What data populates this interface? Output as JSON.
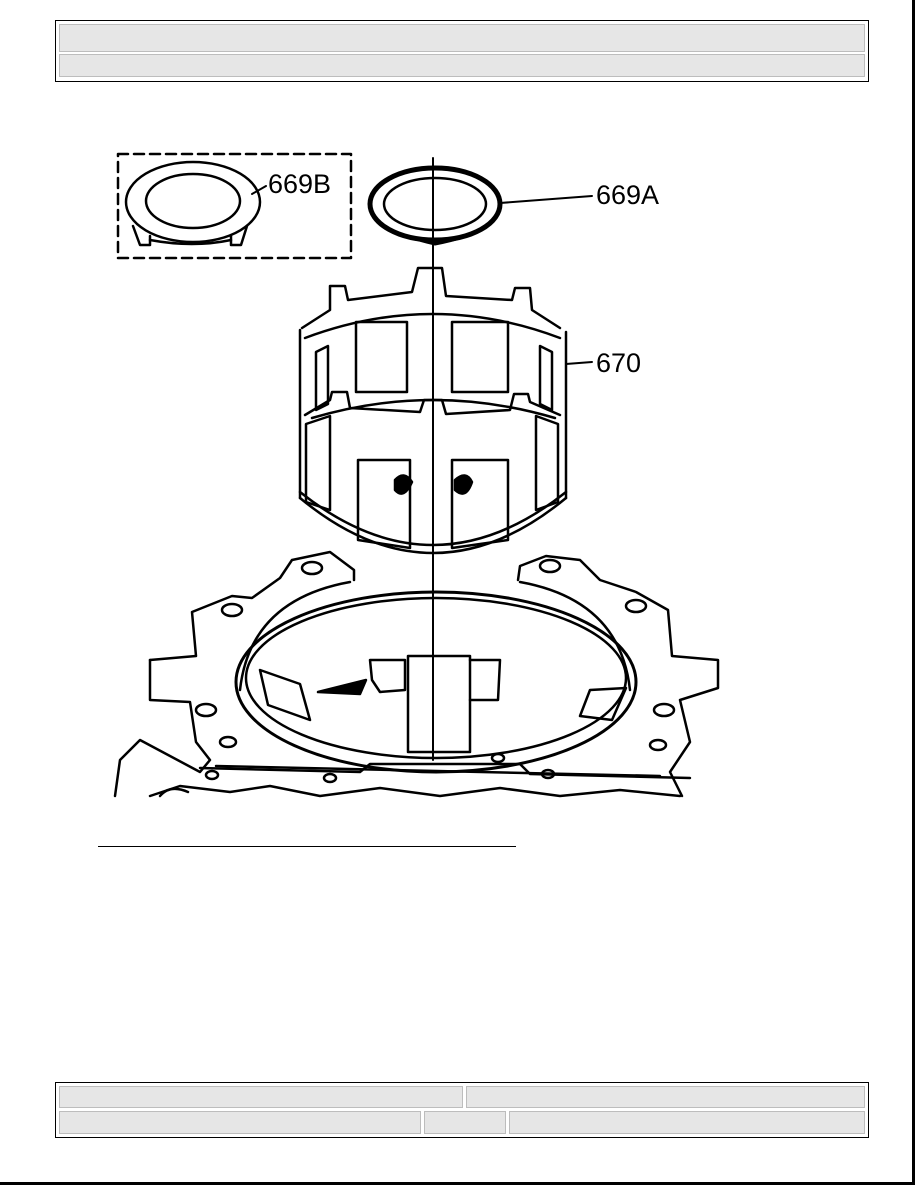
{
  "header": {
    "title": "",
    "subtitle": ""
  },
  "figure": {
    "callouts": [
      "669B",
      "669A",
      "670"
    ]
  },
  "footer": {
    "cell1": "",
    "cell2": "",
    "cell3": "",
    "cell4": "",
    "cell5": ""
  }
}
